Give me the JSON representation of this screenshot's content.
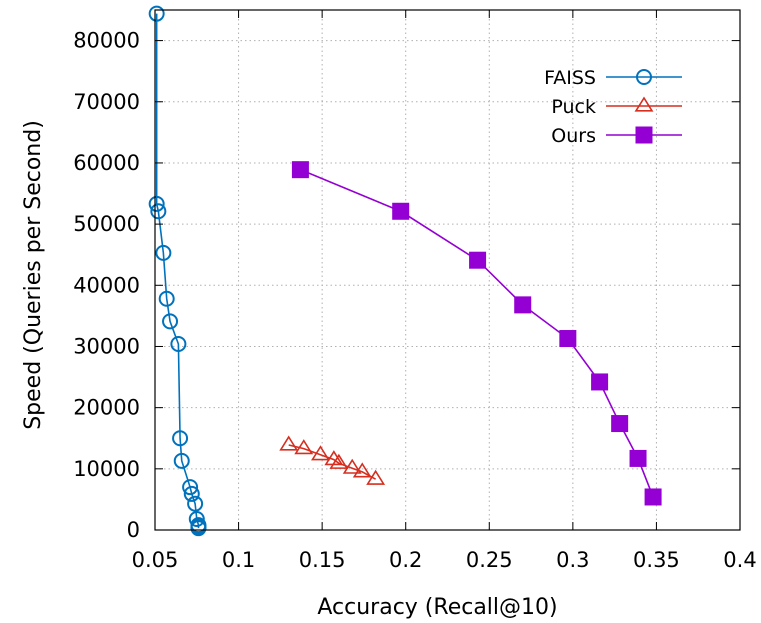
{
  "chart_data": {
    "type": "line",
    "title": "",
    "xlabel": "Accuracy (Recall@10)",
    "ylabel": "Speed (Queries per Second)",
    "xlim": [
      0.05,
      0.4
    ],
    "ylim": [
      0,
      85000
    ],
    "xticks": [
      0.05,
      0.1,
      0.15,
      0.2,
      0.25,
      0.3,
      0.35,
      0.4
    ],
    "xtick_labels": [
      "0.05",
      "0.1",
      "0.15",
      "0.2",
      "0.25",
      "0.3",
      "0.35",
      "0.4"
    ],
    "yticks": [
      0,
      10000,
      20000,
      30000,
      40000,
      50000,
      60000,
      70000,
      80000
    ],
    "ytick_labels": [
      "0",
      "10000",
      "20000",
      "30000",
      "40000",
      "50000",
      "60000",
      "70000",
      "80000"
    ],
    "grid": true,
    "legend_position": "top-right",
    "series": [
      {
        "name": "FAISS",
        "color": "#0072bd",
        "marker": "circle",
        "x": [
          0.051,
          0.051,
          0.052,
          0.055,
          0.057,
          0.059,
          0.064,
          0.065,
          0.066,
          0.071,
          0.072,
          0.074,
          0.075,
          0.076,
          0.076,
          0.076
        ],
        "y": [
          84400,
          53300,
          52100,
          45300,
          37800,
          34100,
          30400,
          15000,
          11300,
          7000,
          5900,
          4300,
          1800,
          800,
          500,
          300
        ]
      },
      {
        "name": "Puck",
        "color": "#d62e1f",
        "marker": "triangle",
        "x": [
          0.13,
          0.139,
          0.149,
          0.157,
          0.16,
          0.168,
          0.174,
          0.182
        ],
        "y": [
          13900,
          13300,
          12300,
          11500,
          10900,
          10100,
          9500,
          8300
        ]
      },
      {
        "name": "Ours",
        "color": "#9400d3",
        "marker": "square",
        "x": [
          0.137,
          0.197,
          0.243,
          0.27,
          0.297,
          0.316,
          0.328,
          0.339,
          0.348
        ],
        "y": [
          58900,
          52100,
          44100,
          36800,
          31300,
          24200,
          17400,
          11700,
          5400
        ]
      }
    ]
  }
}
